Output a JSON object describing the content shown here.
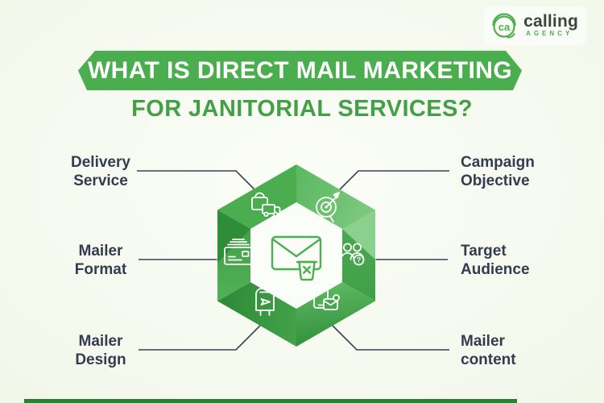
{
  "logo": {
    "monogram": "ca",
    "brand": "calling",
    "sub": "AGENCY"
  },
  "title": {
    "line1": "WHAT IS DIRECT MAIL MARKETING",
    "line2": "FOR JANITORIAL SERVICES?"
  },
  "colors": {
    "banner_green": "#4aad4e",
    "subtitle_green": "#43a047",
    "label_text": "#353c4f",
    "connector_line": "#3a4152",
    "hex_light": "#7fca80",
    "hex_medium": "#4cae51",
    "hex_dark": "#2f8c38",
    "icon_stroke": "#ffffff",
    "center_icon_green": "#4caf50",
    "footer_bar": "#2d7f33"
  },
  "diagram": {
    "center": {
      "icon": "mail-discard-icon"
    },
    "question_mark": "?",
    "nodes": [
      {
        "id": "delivery-service",
        "line1": "Delivery",
        "line2": "Service",
        "icon": "parcel-truck-icon",
        "position": "top-left"
      },
      {
        "id": "campaign-objective",
        "line1": "Campaign",
        "line2": "Objective",
        "icon": "target-arrow-icon",
        "position": "top-right"
      },
      {
        "id": "mailer-format",
        "line1": "Mailer",
        "line2": "Format",
        "icon": "mail-stack-icon",
        "position": "mid-left"
      },
      {
        "id": "target-audience",
        "line1": "Target",
        "line2": "Audience",
        "icon": "audience-question-icon",
        "position": "mid-right"
      },
      {
        "id": "mailer-design",
        "line1": "Mailer",
        "line2": "Design",
        "icon": "mailbox-icon",
        "position": "bottom-left"
      },
      {
        "id": "mailer-content",
        "line1": "Mailer",
        "line2": "content",
        "icon": "phone-mail-icon",
        "position": "bottom-right"
      }
    ]
  }
}
